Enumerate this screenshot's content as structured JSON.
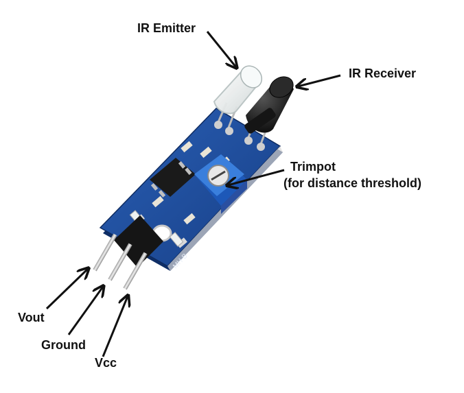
{
  "labels": {
    "ir_emitter": "IR Emitter",
    "ir_receiver": "IR Receiver",
    "trimpot_line1": "Trimpot",
    "trimpot_line2": "(for distance threshold)",
    "vout": "Vout",
    "ground": "Ground",
    "vcc": "Vcc"
  },
  "board_markings": {
    "model": "MH-B"
  },
  "colors": {
    "pcb": "#1f4f9c",
    "pcb_dark": "#163a78",
    "trimpot": "#2f6fd0",
    "receiver": "#111111",
    "pins": "#c9c9c9",
    "arrow": "#111111"
  }
}
